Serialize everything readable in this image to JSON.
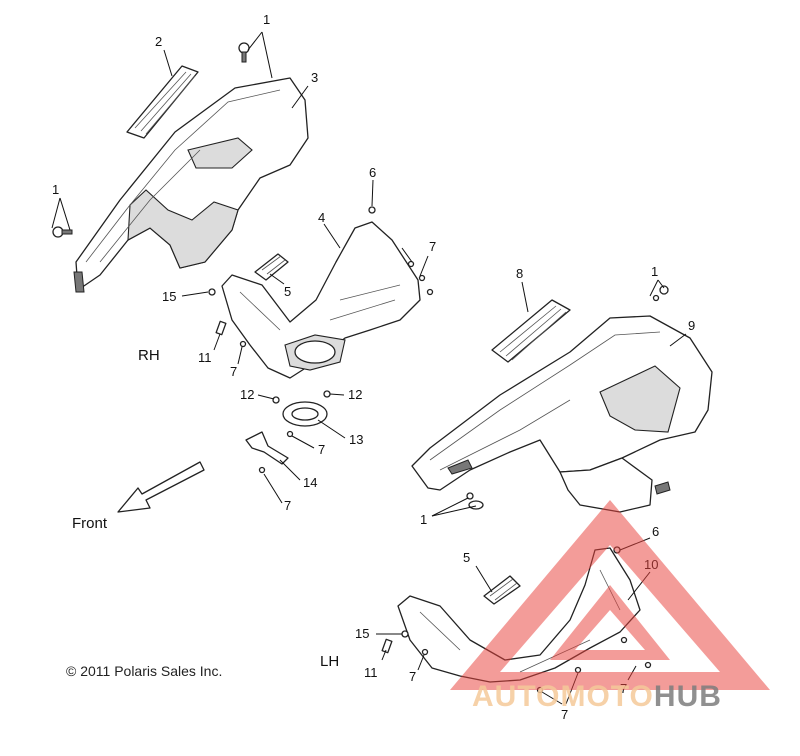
{
  "labels": {
    "rh": "RH",
    "lh": "LH",
    "front": "Front",
    "copyright": "© 2011 Polaris Sales Inc."
  },
  "callouts": [
    {
      "id": "c1a",
      "text": "1"
    },
    {
      "id": "c2",
      "text": "2"
    },
    {
      "id": "c3",
      "text": "3"
    },
    {
      "id": "c1b",
      "text": "1"
    },
    {
      "id": "c6a",
      "text": "6"
    },
    {
      "id": "c4",
      "text": "4"
    },
    {
      "id": "c7a",
      "text": "7"
    },
    {
      "id": "c15a",
      "text": "15"
    },
    {
      "id": "c5a",
      "text": "5"
    },
    {
      "id": "c11a",
      "text": "11"
    },
    {
      "id": "c7b",
      "text": "7"
    },
    {
      "id": "c12a",
      "text": "12"
    },
    {
      "id": "c12b",
      "text": "12"
    },
    {
      "id": "c13",
      "text": "13"
    },
    {
      "id": "c7c",
      "text": "7"
    },
    {
      "id": "c14",
      "text": "14"
    },
    {
      "id": "c7d",
      "text": "7"
    },
    {
      "id": "c8",
      "text": "8"
    },
    {
      "id": "c1c",
      "text": "1"
    },
    {
      "id": "c9",
      "text": "9"
    },
    {
      "id": "c1d",
      "text": "1"
    },
    {
      "id": "c6b",
      "text": "6"
    },
    {
      "id": "c10",
      "text": "10"
    },
    {
      "id": "c5b",
      "text": "5"
    },
    {
      "id": "c15b",
      "text": "15"
    },
    {
      "id": "c11b",
      "text": "11"
    },
    {
      "id": "c7e",
      "text": "7"
    },
    {
      "id": "c7f",
      "text": "7"
    },
    {
      "id": "c7g",
      "text": "7"
    }
  ],
  "watermark": {
    "part1": "AUTOMOTO",
    "part2": "HUB"
  },
  "colors": {
    "line": "#222222",
    "watermark_red": "#e8433d",
    "watermark_orange": "#f5c99a",
    "watermark_gray": "#7d7d7d"
  }
}
